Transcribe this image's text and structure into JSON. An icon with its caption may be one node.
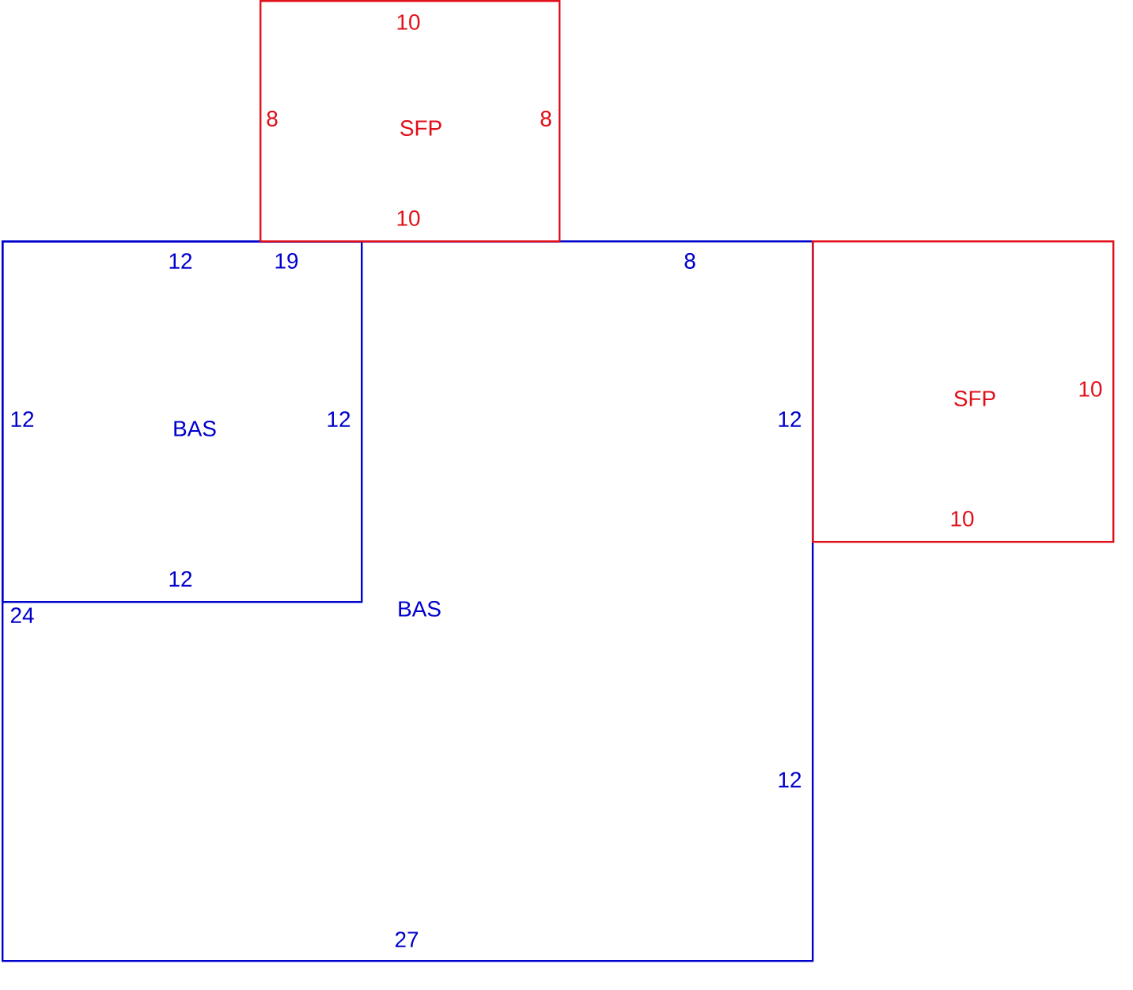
{
  "diagram": {
    "nodes": [
      {
        "text": [
          "SFP"
        ]
      },
      {
        "text": [
          "BAS"
        ]
      },
      {
        "text": [
          "BAS"
        ],
        "in": 1
      },
      {
        "text": [
          "SFP"
        ]
      }
    ],
    "labels": [
      "10",
      "8",
      "8",
      "10",
      "12",
      "19",
      "8",
      "10",
      "12",
      "12",
      "12",
      "10",
      "12",
      "24",
      "12",
      "27"
    ]
  }
}
